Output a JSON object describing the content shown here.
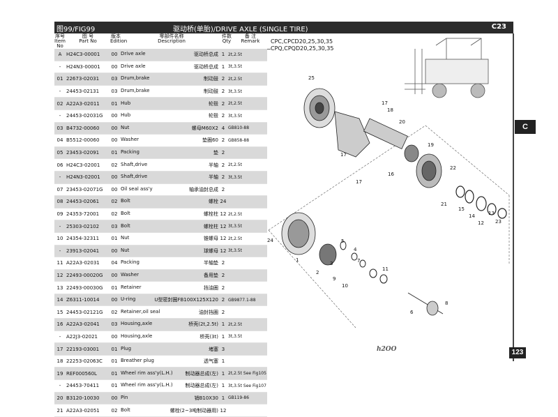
{
  "header": {
    "fig": "图99/FIG99",
    "title": "驱动桥(单胎)/DRIVE AXLE (SINGLE TIRE)",
    "code": "C23"
  },
  "columns": {
    "idx_cn": "序号",
    "idx_en": "Item No",
    "part_cn": "图 号",
    "part_en": "Part No",
    "ed_cn": "版本",
    "ed_en": "Edition",
    "desc_cn": "零部件名称",
    "desc_en": "Description",
    "qty_cn": "件数",
    "qty_en": "Qty",
    "rem_cn": "备 注",
    "rem_en": "Remark"
  },
  "rows": [
    {
      "idx": "A",
      "part": "H24C3-00001",
      "ed": "00",
      "en": "Drive axle",
      "cn": "驱动桥总成",
      "qty": "1",
      "rem": "2t,2.5t"
    },
    {
      "idx": "-",
      "part": "H24N3-00001",
      "ed": "00",
      "en": "Drive axle",
      "cn": "驱动桥总成",
      "qty": "1",
      "rem": "3t,3.5t"
    },
    {
      "idx": "01",
      "part": "22673-02031",
      "ed": "03",
      "en": "Drum,brake",
      "cn": "制动鼓",
      "qty": "2",
      "rem": "2t,2.5t"
    },
    {
      "idx": "-",
      "part": "24453-02131",
      "ed": "03",
      "en": "Drum,brake",
      "cn": "制动鼓",
      "qty": "2",
      "rem": "3t,3.5t"
    },
    {
      "idx": "02",
      "part": "A22A3-02011",
      "ed": "01",
      "en": "Hub",
      "cn": "轮毂",
      "qty": "2",
      "rem": "2t,2.5t"
    },
    {
      "idx": "-",
      "part": "24453-02031G",
      "ed": "00",
      "en": "Hub",
      "cn": "轮毂",
      "qty": "2",
      "rem": "3t,3.5t"
    },
    {
      "idx": "03",
      "part": "B4732-00060",
      "ed": "00",
      "en": "Nut",
      "cn": "螺母M60X2",
      "qty": "4",
      "rem": "GB810-88"
    },
    {
      "idx": "04",
      "part": "B5512-00060",
      "ed": "00",
      "en": "Washer",
      "cn": "垫圈60",
      "qty": "2",
      "rem": "GB858-88"
    },
    {
      "idx": "05",
      "part": "23453-02091",
      "ed": "01",
      "en": "Packing",
      "cn": "垫",
      "qty": "2",
      "rem": ""
    },
    {
      "idx": "06",
      "part": "H24C3-02001",
      "ed": "02",
      "en": "Shaft,drive",
      "cn": "半轴",
      "qty": "2",
      "rem": "2t,2.5t"
    },
    {
      "idx": "-",
      "part": "H24N3-02001",
      "ed": "00",
      "en": "Shaft,drive",
      "cn": "半轴",
      "qty": "2",
      "rem": "3t,3.5t"
    },
    {
      "idx": "07",
      "part": "23453-02071G",
      "ed": "00",
      "en": "Oil seal ass'y",
      "cn": "轴承油封总成",
      "qty": "2",
      "rem": ""
    },
    {
      "idx": "08",
      "part": "24453-02061",
      "ed": "02",
      "en": "Bolt",
      "cn": "螺栓",
      "qty": "24",
      "rem": ""
    },
    {
      "idx": "09",
      "part": "24353-72001",
      "ed": "02",
      "en": "Bolt",
      "cn": "螺栓柱",
      "qty": "12",
      "rem": "2t,2.5t"
    },
    {
      "idx": "-",
      "part": "25303-02102",
      "ed": "03",
      "en": "Bolt",
      "cn": "螺栓柱",
      "qty": "12",
      "rem": "3t,3.5t"
    },
    {
      "idx": "10",
      "part": "24354-32311",
      "ed": "01",
      "en": "Nut",
      "cn": "锥螺母",
      "qty": "12",
      "rem": "2t,2.5t"
    },
    {
      "idx": "-",
      "part": "23913-02041",
      "ed": "00",
      "en": "Nut",
      "cn": "球螺母",
      "qty": "12",
      "rem": "3t,3.5t"
    },
    {
      "idx": "11",
      "part": "A22A3-02031",
      "ed": "04",
      "en": "Packing",
      "cn": "半轴垫",
      "qty": "2",
      "rem": ""
    },
    {
      "idx": "12",
      "part": "22493-00020G",
      "ed": "00",
      "en": "Washer",
      "cn": "备用垫",
      "qty": "2",
      "rem": ""
    },
    {
      "idx": "13",
      "part": "22493-00030G",
      "ed": "01",
      "en": "Retainer",
      "cn": "挡油圈",
      "qty": "2",
      "rem": ""
    },
    {
      "idx": "14",
      "part": "Z6311-10014",
      "ed": "00",
      "en": "U-ring",
      "cn": "U型密封圈FB100X125X120",
      "qty": "2",
      "rem": "GB9877.1-88"
    },
    {
      "idx": "15",
      "part": "24453-02121G",
      "ed": "02",
      "en": "Retainer,oil seal",
      "cn": "油封挡圈",
      "qty": "2",
      "rem": ""
    },
    {
      "idx": "16",
      "part": "A22A3-02041",
      "ed": "03",
      "en": "Housing,axle",
      "cn": "桥壳(2t,2.5t)",
      "qty": "1",
      "rem": "2t,2.5t"
    },
    {
      "idx": "-",
      "part": "A22J3-02021",
      "ed": "00",
      "en": "Housing,axle",
      "cn": "桥壳(3t)",
      "qty": "1",
      "rem": "3t,3.5t"
    },
    {
      "idx": "17",
      "part": "22193-03001",
      "ed": "01",
      "en": "Plug",
      "cn": "堵塞",
      "qty": "3",
      "rem": ""
    },
    {
      "idx": "18",
      "part": "22253-02063C",
      "ed": "01",
      "en": "Breather plug",
      "cn": "透气塞",
      "qty": "1",
      "rem": ""
    },
    {
      "idx": "19",
      "part": "REF000560L",
      "ed": "01",
      "en": "Wheel rim ass'y(L.H.)",
      "cn": "制动器总成(左)",
      "qty": "1",
      "rem": "2t,2.5t See Fig105"
    },
    {
      "idx": "-",
      "part": "24453-70411",
      "ed": "01",
      "en": "Wheel rim ass'y(L.H.)",
      "cn": "制动器总成(左)",
      "qty": "1",
      "rem": "3t,3.5t See Fig107"
    },
    {
      "idx": "20",
      "part": "B3120-10030",
      "ed": "00",
      "en": "Pin",
      "cn": "销B10X30",
      "qty": "1",
      "rem": "GB119-86"
    },
    {
      "idx": "21",
      "part": "A22A3-02051",
      "ed": "02",
      "en": "Bolt",
      "cn": "螺栓(2~3吨制动器用)",
      "qty": "12",
      "rem": ""
    }
  ],
  "models": [
    "CPC,CPCD20,25,30,35",
    "CPQ,CPQD20,25,30,35"
  ],
  "section_tab": "C",
  "page_number": "123",
  "logo_text": "h2OO",
  "callouts": {
    "c25": "25",
    "c17a": "17",
    "c18": "18",
    "c20": "20",
    "c17b": "17",
    "c16": "16",
    "c17c": "17",
    "c19": "19",
    "c22": "22",
    "c21": "21",
    "c15": "15",
    "c14": "14",
    "c12": "12",
    "c13": "13",
    "c23": "23",
    "c24": "24",
    "c1": "1",
    "c2": "2",
    "c3": "3",
    "c4": "4",
    "c5": "5",
    "c7": "7",
    "c9": "9",
    "c10": "10",
    "c11": "11",
    "c6": "6",
    "c8": "8"
  }
}
